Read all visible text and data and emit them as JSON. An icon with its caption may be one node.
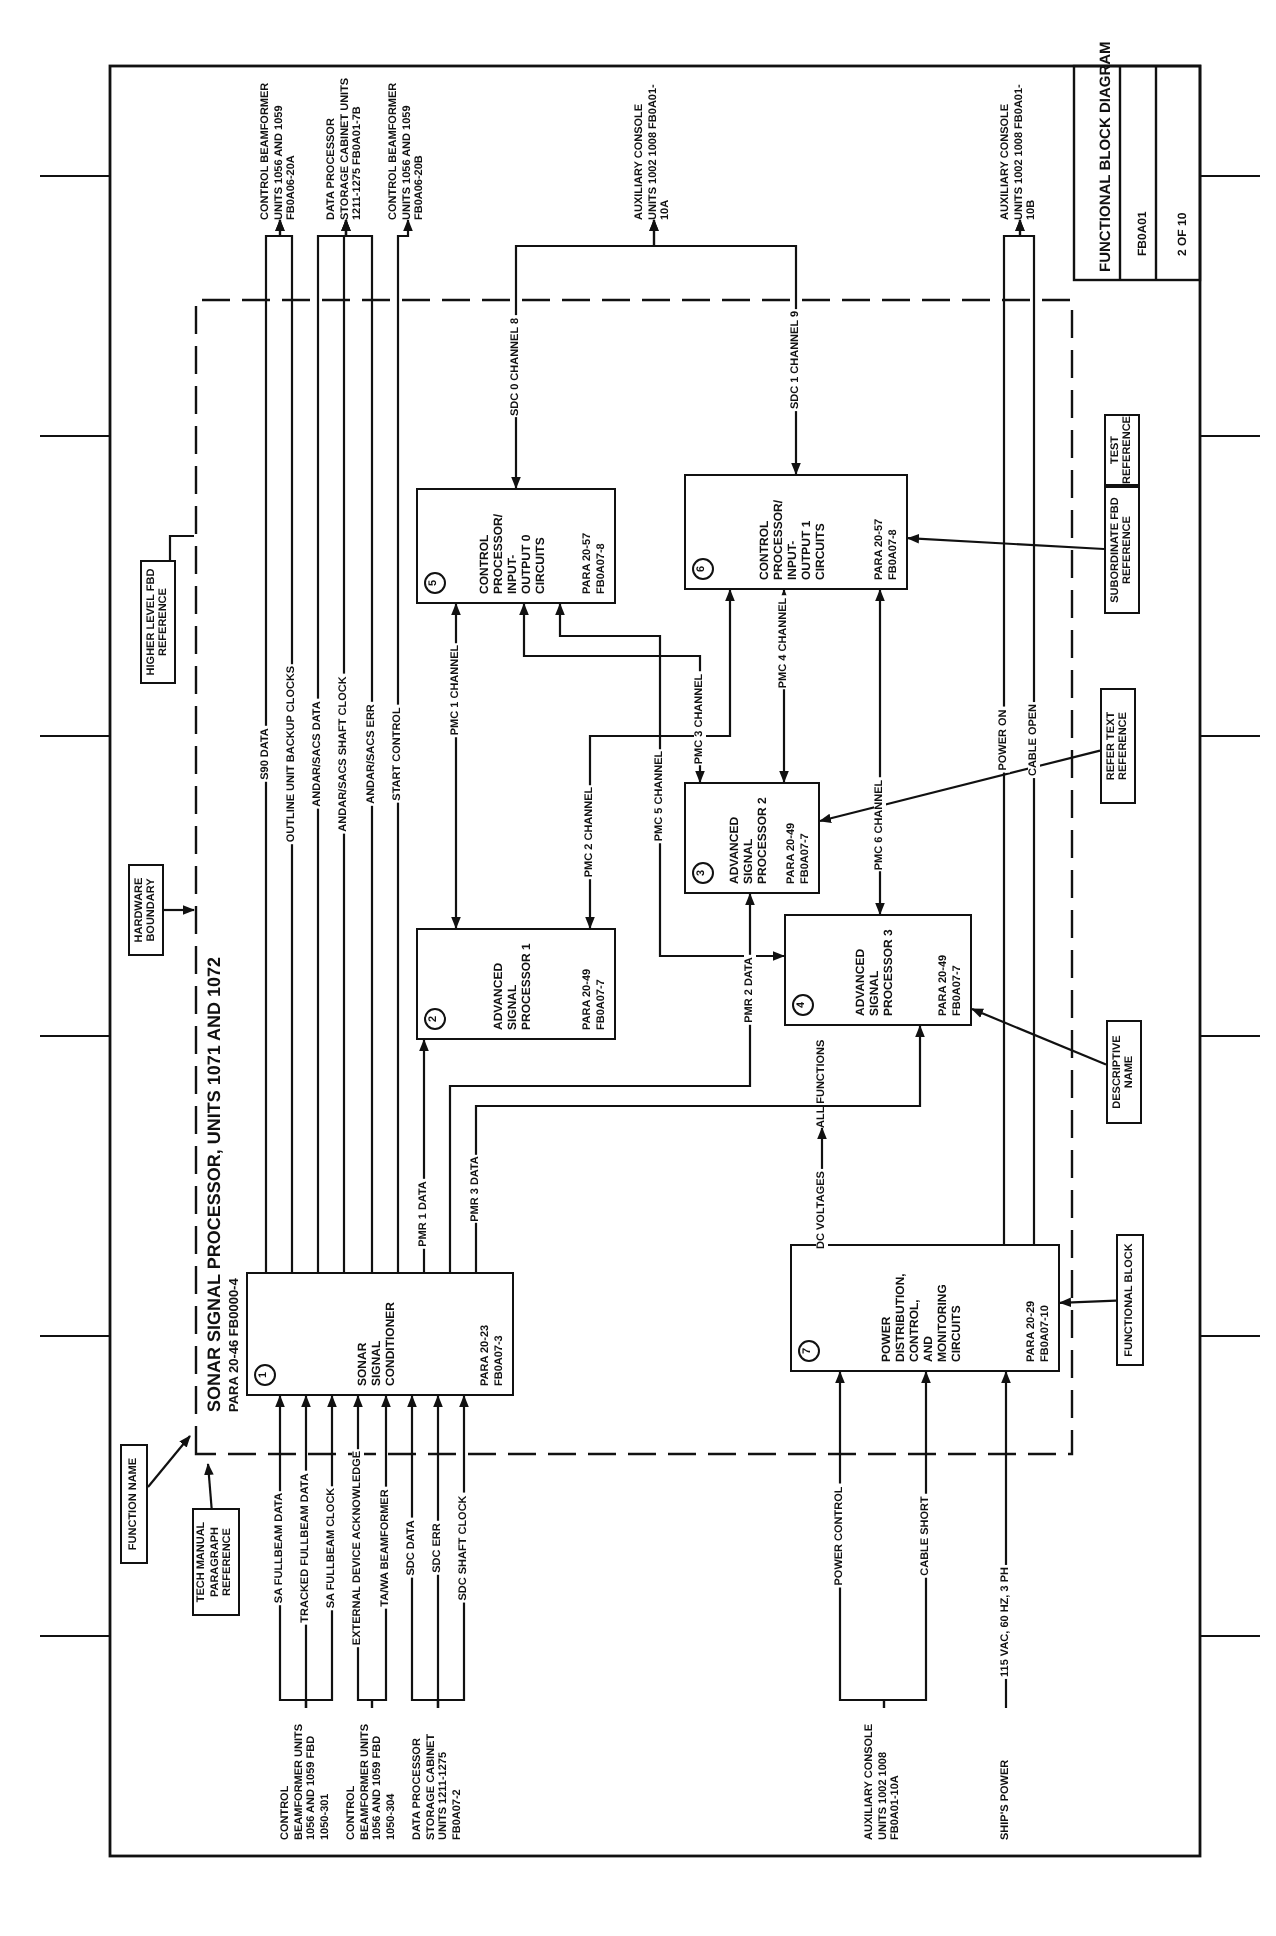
{
  "diagram": {
    "title": "SONAR SIGNAL PROCESSOR, UNITS 1071 AND 1072",
    "nodes": [
      {
        "text": [
          "FUNCTION NAME"
        ]
      },
      {
        "text": [
          "TECH MANUAL PARAGRAPH REFERENCE"
        ]
      },
      {
        "text": [
          "HARDWARE BOUNDARY"
        ]
      },
      {
        "text": [
          "HIGHER LEVEL FBD REFERENCE"
        ]
      },
      {
        "text": [
          "1",
          "SONAR SIGNAL CONDITIONER",
          "PARA 20-23 FB0A07-3"
        ]
      },
      {
        "text": [
          "2",
          "ADVANCED SIGNAL PROCESSOR 1",
          "PARA 20-49 FB0A07-7"
        ]
      },
      {
        "text": [
          "3",
          "ADVANCED SIGNAL PROCESSOR 2",
          "PARA 20-49 FB0A07-7"
        ]
      },
      {
        "text": [
          "4",
          "ADVANCED SIGNAL PROCESSOR 3",
          "PARA 20-49 FB0A07-7"
        ]
      },
      {
        "text": [
          "5",
          "CONTROL PROCESSOR/ INPUT-OUTPUT 0 CIRCUITS",
          "PARA 20-57 FB0A07-8"
        ]
      },
      {
        "text": [
          "6",
          "CONTROL PROCESSOR/ INPUT-OUTPUT 1 CIRCUITS",
          "PARA 20-57 FB0A07-8"
        ]
      },
      {
        "text": [
          "7",
          "POWER DISTRIBUTION, CONTROL, AND MONITORING CIRCUITS",
          "PARA 20-29 FB0A07-10"
        ]
      },
      {
        "text": [
          "SUBORDINATE FBD REFERENCE"
        ]
      },
      {
        "text": [
          "TEST REFERENCE"
        ]
      },
      {
        "text": [
          "REFER TEXT REFERENCE"
        ]
      },
      {
        "text": [
          "DESCRIPTIVE NAME"
        ]
      },
      {
        "text": [
          "FUNCTIONAL BLOCK"
        ]
      },
      {
        "text": [
          "CONTROL BEAMFORMER UNITS 1056 AND 1059 FBD 1050-301"
        ]
      },
      {
        "text": [
          "CONTROL BEAMFORMER UNITS 1056 AND 1059 FBD 1050-304"
        ]
      },
      {
        "text": [
          "DATA PROCESSOR STORAGE CABINET UNITS 1211-1275 FB0A07-2"
        ]
      },
      {
        "text": [
          "CONTROL BEAMFORMER UNITS 1056 AND 1059 FB0A06-20A"
        ]
      },
      {
        "text": [
          "DATA PROCESSOR STORAGE CABINET UNITS 1211-1275 FB0A01-7B"
        ]
      },
      {
        "text": [
          "CONTROL BEAMFORMER UNITS 1056 AND 1059 FB0A06-20B"
        ]
      },
      {
        "text": [
          "AUXILIARY CONSOLE UNITS 1002 1008 FB0A01-10A"
        ]
      },
      {
        "text": [
          "AUXILIARY CONSOLE UNITS 1002 1008 FB0A01-10A"
        ]
      },
      {
        "text": [
          "SHIP'S POWER"
        ]
      },
      {
        "text": [
          "ALL FUNCTIONS"
        ]
      },
      {
        "text": [
          "AUXILIARY CONSOLE UNITS 1002 1008 FB0A01-10B"
        ]
      }
    ],
    "edges": [
      {
        "from": 16,
        "to": 4,
        "arrow": "to",
        "label": "SA FULLBEAM DATA"
      },
      {
        "from": 16,
        "to": 4,
        "arrow": "to",
        "label": "TRACKED FULLBEAM DATA"
      },
      {
        "from": 16,
        "to": 4,
        "arrow": "to",
        "label": "SA FULLBEAM CLOCK"
      },
      {
        "from": 17,
        "to": 4,
        "arrow": "to",
        "label": "EXTERNAL DEVICE ACKNOWLEDGE"
      },
      {
        "from": 17,
        "to": 4,
        "arrow": "to",
        "label": "TA/WA BEAMFORMER"
      },
      {
        "from": 18,
        "to": 4,
        "arrow": "to",
        "label": "SDC DATA"
      },
      {
        "from": 18,
        "to": 4,
        "arrow": "to",
        "label": "SDC ERR"
      },
      {
        "from": 18,
        "to": 4,
        "arrow": "to",
        "label": "SDC SHAFT CLOCK"
      },
      {
        "from": 4,
        "to": 19,
        "arrow": "to",
        "label": "S90 DATA"
      },
      {
        "from": 4,
        "to": 19,
        "arrow": "to",
        "label": "OUTLINE UNIT BACKUP CLOCKS"
      },
      {
        "from": 4,
        "to": 20,
        "arrow": "to",
        "label": "ANDAR/SACS DATA"
      },
      {
        "from": 4,
        "to": 20,
        "arrow": "to",
        "label": "ANDAR/SACS SHAFT CLOCK"
      },
      {
        "from": 4,
        "to": 20,
        "arrow": "to",
        "label": "ANDAR/SACS ERR"
      },
      {
        "from": 4,
        "to": 21,
        "arrow": "to",
        "label": "START CONTROL"
      },
      {
        "from": 4,
        "to": 5,
        "arrow": "to",
        "label": "PMR 1 DATA"
      },
      {
        "from": 4,
        "to": 6,
        "arrow": "to",
        "label": "PMR 2 DATA"
      },
      {
        "from": 4,
        "to": 7,
        "arrow": "to",
        "label": "PMR 3 DATA"
      },
      {
        "from": 5,
        "to": 8,
        "arrow": "both",
        "label": "PMC 1 CHANNEL"
      },
      {
        "from": 5,
        "to": 9,
        "arrow": "both",
        "label": "PMC 2 CHANNEL"
      },
      {
        "from": 8,
        "to": 6,
        "arrow": "both",
        "label": "PMC 3 CHANNEL"
      },
      {
        "from": 8,
        "to": 7,
        "arrow": "both",
        "label": "PMC 5 CHANNEL"
      },
      {
        "from": 9,
        "to": 6,
        "arrow": "both",
        "label": "PMC 4 CHANNEL"
      },
      {
        "from": 9,
        "to": 7,
        "arrow": "both",
        "label": "PMC 6 CHANNEL"
      },
      {
        "from": 8,
        "to": 22,
        "arrow": "both",
        "label": "SDC 0 CHANNEL 8"
      },
      {
        "from": 9,
        "to": 22,
        "arrow": "both",
        "label": "SDC 1 CHANNEL 9"
      },
      {
        "from": 23,
        "to": 10,
        "arrow": "to",
        "label": "POWER CONTROL"
      },
      {
        "from": 23,
        "to": 10,
        "arrow": "to",
        "label": "CABLE SHORT"
      },
      {
        "from": 24,
        "to": 10,
        "arrow": "to",
        "label": "115 VAC, 60 HZ, 3 PH"
      },
      {
        "from": 10,
        "to": 25,
        "arrow": "to",
        "label": "DC VOLTAGES"
      },
      {
        "from": 10,
        "to": 26,
        "arrow": "to",
        "label": "POWER ON"
      },
      {
        "from": 10,
        "to": 26,
        "arrow": "to",
        "label": "CABLE OPEN"
      },
      {
        "from": 0,
        "to": null,
        "arrow": "to"
      },
      {
        "from": 1,
        "to": null,
        "arrow": "to"
      },
      {
        "from": 2,
        "to": null,
        "arrow": "to"
      },
      {
        "from": 3,
        "to": null,
        "arrow": "none"
      },
      {
        "from": 11,
        "to": 9,
        "arrow": "to"
      },
      {
        "from": 13,
        "to": 6,
        "arrow": "to"
      },
      {
        "from": 14,
        "to": 7,
        "arrow": "to"
      },
      {
        "from": 15,
        "to": 10,
        "arrow": "to"
      }
    ],
    "labels": [
      "PARA 20-46 FB0000-4",
      "FUNCTIONAL BLOCK DIAGRAM",
      "FB0A01",
      "2 OF 10"
    ]
  }
}
